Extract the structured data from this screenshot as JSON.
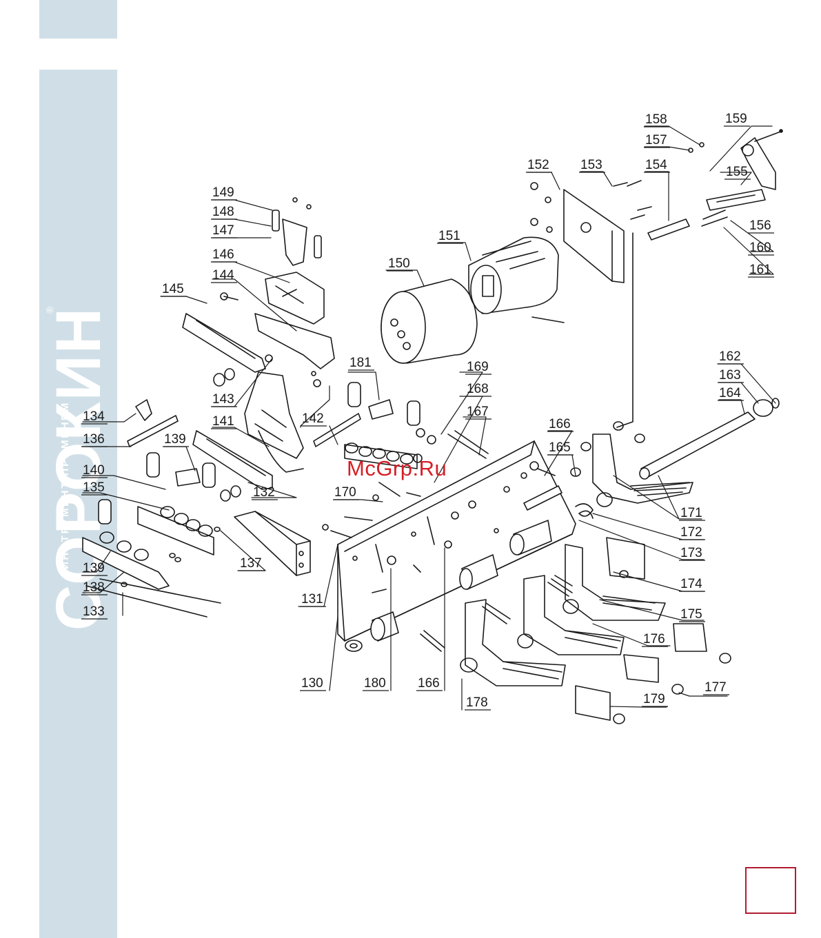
{
  "brand": {
    "name": "СОРОКИН",
    "tagline": "ИНСТРУМЕНТ ПРИМЕНЕМ",
    "mark": "®"
  },
  "watermark": "McGrp.Ru",
  "parts": [
    {
      "number": "130"
    },
    {
      "number": "131"
    },
    {
      "number": "132"
    },
    {
      "number": "133"
    },
    {
      "number": "134"
    },
    {
      "number": "135"
    },
    {
      "number": "136"
    },
    {
      "number": "137"
    },
    {
      "number": "138"
    },
    {
      "number": "139"
    },
    {
      "number": "139"
    },
    {
      "number": "140"
    },
    {
      "number": "141"
    },
    {
      "number": "142"
    },
    {
      "number": "143"
    },
    {
      "number": "144"
    },
    {
      "number": "145"
    },
    {
      "number": "146"
    },
    {
      "number": "147"
    },
    {
      "number": "148"
    },
    {
      "number": "149"
    },
    {
      "number": "150"
    },
    {
      "number": "151"
    },
    {
      "number": "152"
    },
    {
      "number": "153"
    },
    {
      "number": "154"
    },
    {
      "number": "155"
    },
    {
      "number": "156"
    },
    {
      "number": "157"
    },
    {
      "number": "158"
    },
    {
      "number": "159"
    },
    {
      "number": "160"
    },
    {
      "number": "161"
    },
    {
      "number": "162"
    },
    {
      "number": "163"
    },
    {
      "number": "164"
    },
    {
      "number": "165"
    },
    {
      "number": "166"
    },
    {
      "number": "166"
    },
    {
      "number": "167"
    },
    {
      "number": "168"
    },
    {
      "number": "169"
    },
    {
      "number": "170"
    },
    {
      "number": "171"
    },
    {
      "number": "172"
    },
    {
      "number": "173"
    },
    {
      "number": "174"
    },
    {
      "number": "175"
    },
    {
      "number": "176"
    },
    {
      "number": "177"
    },
    {
      "number": "178"
    },
    {
      "number": "179"
    },
    {
      "number": "180"
    },
    {
      "number": "181"
    }
  ],
  "colors": {
    "sidebar": "#d0dfe7",
    "watermark": "#d51f26",
    "page_box": "#b01c2e",
    "ink": "#1a1a1a"
  }
}
